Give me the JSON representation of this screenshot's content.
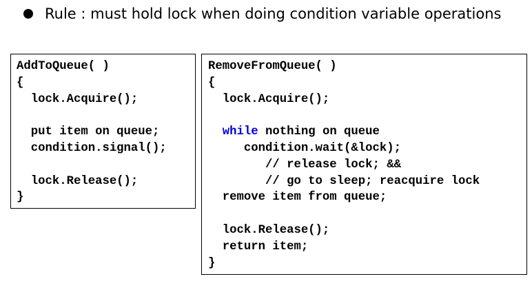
{
  "rule": {
    "text": "Rule : must hold lock when doing condition variable operations"
  },
  "add_to_queue": {
    "lines": [
      "AddToQueue( )",
      "{",
      "  lock.Acquire();",
      "",
      "  put item on queue;",
      "  condition.signal();",
      "",
      "  lock.Release();",
      "}"
    ]
  },
  "remove_from_queue": {
    "lines": [
      "RemoveFromQueue( )",
      "{",
      "  lock.Acquire();",
      "",
      "  ",
      "     condition.wait(&lock);",
      "        // release lock; &&",
      "        // go to sleep; reacquire lock",
      "  remove item from queue;",
      "",
      "  lock.Release();",
      "  return item;",
      "}"
    ],
    "while_keyword": "while",
    "while_rest": " nothing on queue"
  },
  "colors": {
    "keyword": "#0000dd",
    "text": "#000000",
    "border": "#000000"
  }
}
